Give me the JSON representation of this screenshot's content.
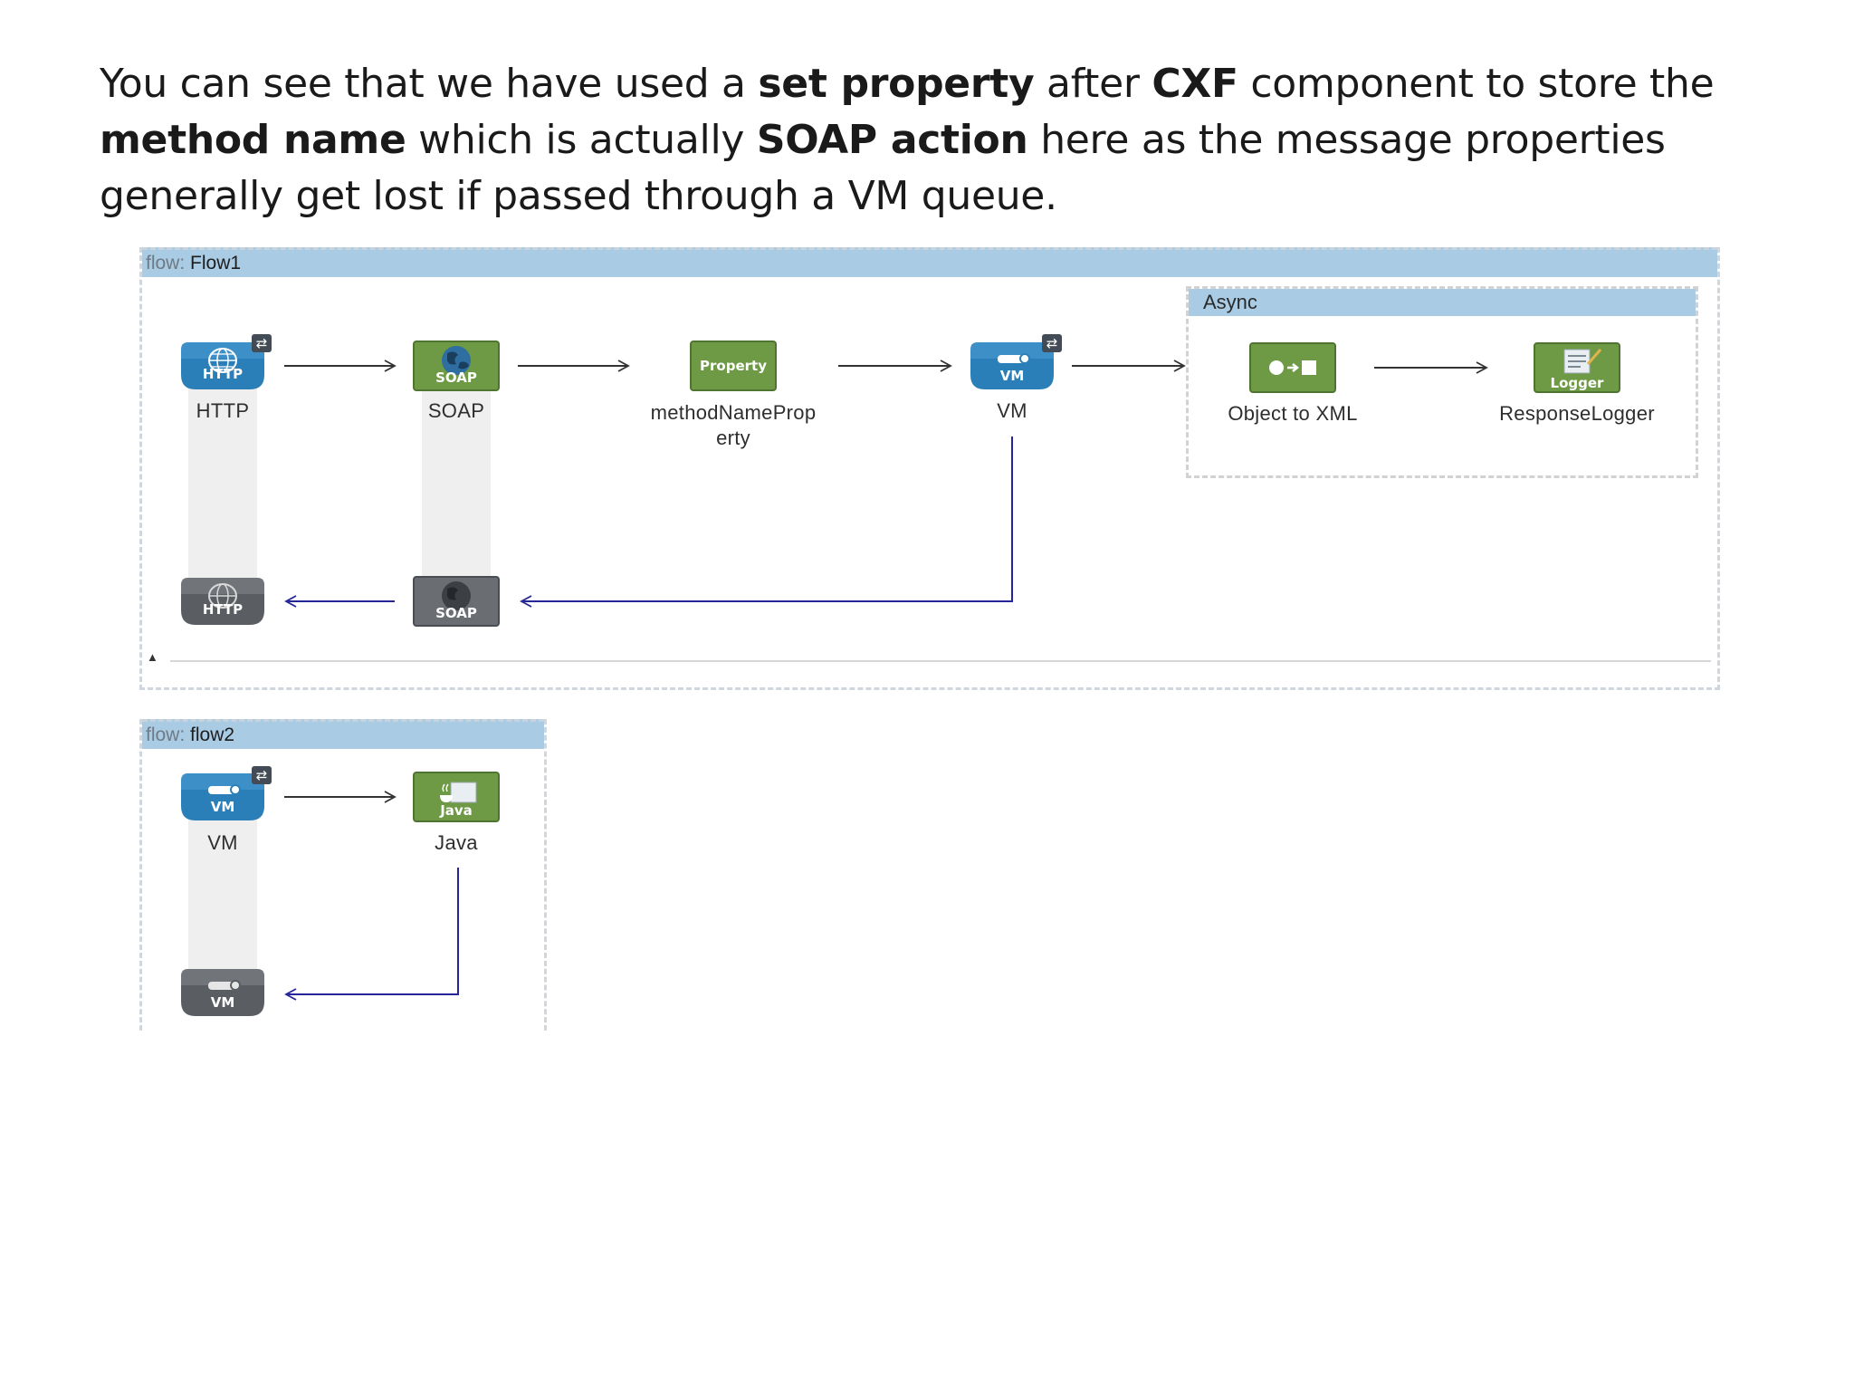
{
  "slide_text": [
    {
      "text": "You can see that we have used a ",
      "bold": false
    },
    {
      "text": "set property",
      "bold": true
    },
    {
      "text": " after ",
      "bold": false
    },
    {
      "text": "CXF",
      "bold": true
    },
    {
      "text": " component to store the ",
      "bold": false
    },
    {
      "text": "method name",
      "bold": true
    },
    {
      "text": " which is actually ",
      "bold": false
    },
    {
      "text": "SOAP action",
      "bold": true
    },
    {
      "text": " here as the message properties generally get lost if passed through a VM queue.",
      "bold": false
    }
  ],
  "flow1": {
    "keyword": "flow:",
    "name": "Flow1",
    "async_title": "Async",
    "components": {
      "http": {
        "badge": "HTTP",
        "label": "HTTP"
      },
      "soap": {
        "badge": "SOAP",
        "label": "SOAP"
      },
      "property": {
        "badge": "Property",
        "label_line1": "methodNameProp",
        "label_line2": "erty"
      },
      "vm": {
        "badge": "VM",
        "label": "VM"
      },
      "object_to_xml": {
        "label": "Object to XML"
      },
      "logger": {
        "badge": "Logger",
        "label": "ResponseLogger"
      },
      "http_response": {
        "badge": "HTTP"
      },
      "soap_response": {
        "badge": "SOAP"
      }
    }
  },
  "flow2": {
    "keyword": "flow:",
    "name": "flow2",
    "components": {
      "vm": {
        "badge": "VM",
        "label": "VM"
      },
      "java": {
        "badge": "Java",
        "label": "Java"
      },
      "vm_response": {
        "badge": "VM"
      }
    }
  },
  "colors": {
    "blue_component": "#2b7fb8",
    "green_component": "#6e9a45",
    "gray_component": "#5a5e63",
    "flow_header": "#a9cbe4",
    "return_arrow": "#26269a",
    "forward_arrow": "#333333"
  },
  "icons": {
    "exchange": "exchange-pattern-icon",
    "globe": "globe-icon",
    "vm_pipe": "vm-pipe-icon",
    "object_to_xml": "object-to-xml-icon",
    "logger": "logger-icon",
    "java": "java-icon"
  }
}
